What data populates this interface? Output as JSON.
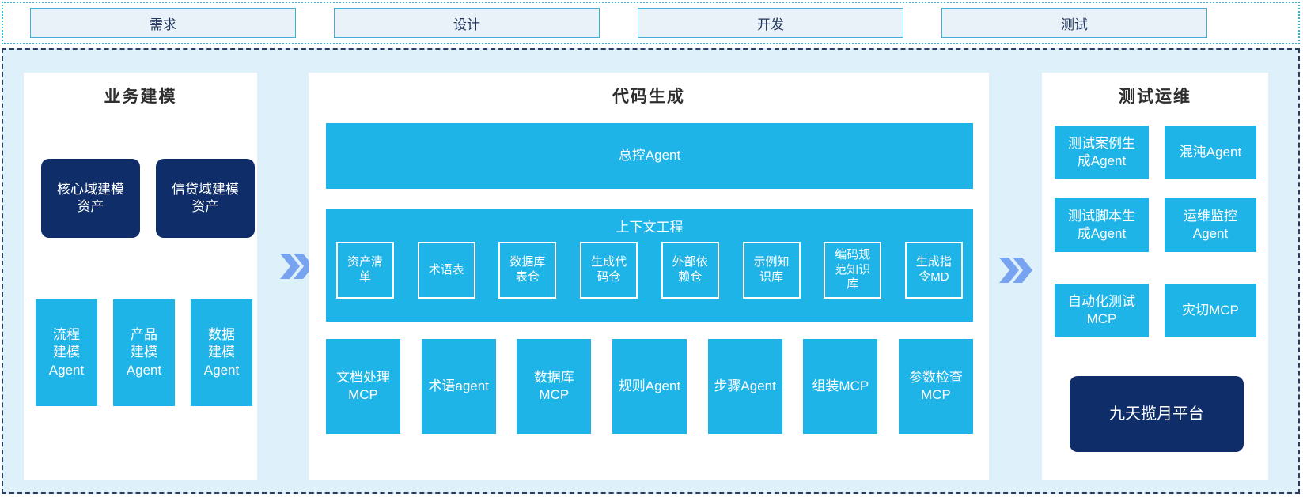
{
  "stages": {
    "items": [
      {
        "label": "需求"
      },
      {
        "label": "设计"
      },
      {
        "label": "开发"
      },
      {
        "label": "测试"
      }
    ]
  },
  "panels": {
    "business_modeling": {
      "title": "业务建模",
      "asset_boxes": [
        {
          "label": "核心域建模\n资产"
        },
        {
          "label": "信贷域建模\n资产"
        }
      ],
      "agent_boxes": [
        {
          "label": "流程\n建模\nAgent"
        },
        {
          "label": "产品\n建模\nAgent"
        },
        {
          "label": "数据\n建模\nAgent"
        }
      ]
    },
    "code_generation": {
      "title": "代码生成",
      "master_agent": "总控Agent",
      "context_engineering": {
        "title": "上下文工程",
        "items": [
          {
            "label": "资产清\n单"
          },
          {
            "label": "术语表"
          },
          {
            "label": "数据库\n表仓"
          },
          {
            "label": "生成代\n码仓"
          },
          {
            "label": "外部依\n赖仓"
          },
          {
            "label": "示例知\n识库"
          },
          {
            "label": "编码规\n范知识\n库"
          },
          {
            "label": "生成指\n令MD"
          }
        ]
      },
      "tool_boxes": [
        {
          "label": "文档处理\nMCP"
        },
        {
          "label": "术语agent"
        },
        {
          "label": "数据库\nMCP"
        },
        {
          "label": "规则Agent"
        },
        {
          "label": "步骤Agent"
        },
        {
          "label": "组装MCP"
        },
        {
          "label": "参数检查\nMCP"
        }
      ]
    },
    "test_ops": {
      "title": "测试运维",
      "agent_boxes": [
        {
          "label": "测试案例生\n成Agent"
        },
        {
          "label": "混沌Agent"
        },
        {
          "label": "测试脚本生\n成Agent"
        },
        {
          "label": "运维监控\nAgent"
        },
        {
          "label": "自动化测试\nMCP"
        },
        {
          "label": "灾切MCP"
        }
      ],
      "platform_box": {
        "label": "九天揽月平台"
      }
    }
  },
  "icons": {
    "flow_arrow": "double-chevron-right"
  },
  "colors": {
    "cyan_box": "#1fb4e8",
    "navy_box": "#0e2d69",
    "main_background": "#def0fa",
    "stage_box_fill": "#e9f2f8",
    "stage_box_border": "#47add7",
    "top_border_dotted": "#2db5d2",
    "main_border_dashed": "#2a3c60",
    "arrow": "#77a3f1"
  }
}
